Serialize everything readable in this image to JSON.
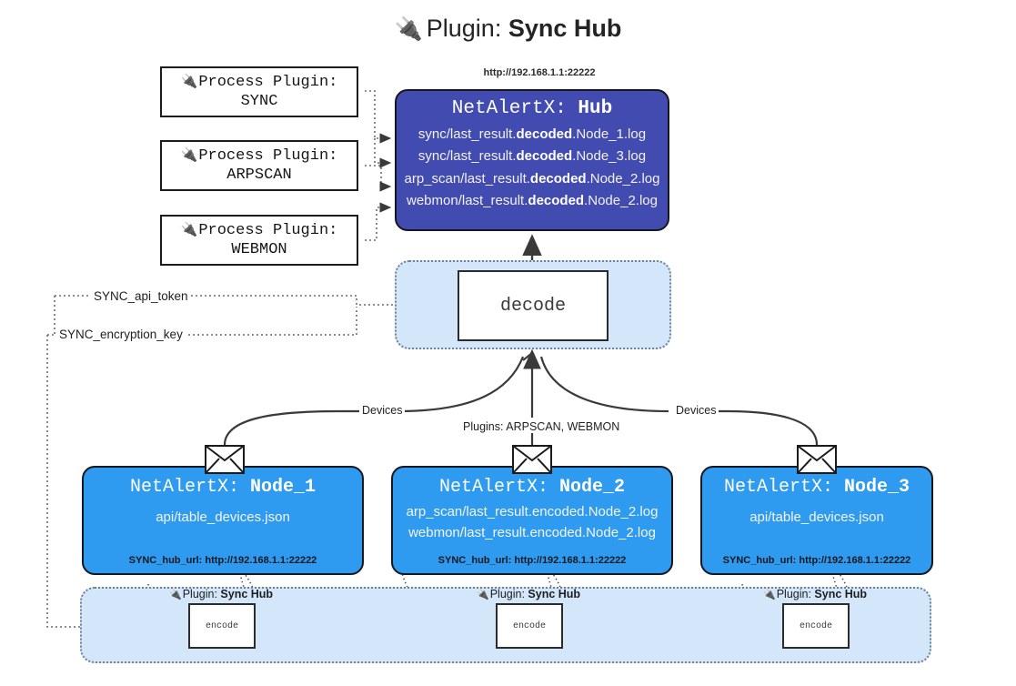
{
  "title": {
    "icon": "plug-icon",
    "prefix": "Plugin: ",
    "name": "Sync Hub"
  },
  "process_plugins": [
    {
      "icon": "plug-icon",
      "line1": "Process Plugin:",
      "line2": "SYNC"
    },
    {
      "icon": "plug-icon",
      "line1": "Process Plugin:",
      "line2": "ARPSCAN"
    },
    {
      "icon": "plug-icon",
      "line1": "Process Plugin:",
      "line2": "WEBMON"
    }
  ],
  "hub": {
    "url": "http://192.168.1.1:22222",
    "title_prefix": "NetAlertX: ",
    "title_name": "Hub",
    "lines": [
      {
        "pre": "sync/last_result.",
        "em": "decoded",
        "post": ".Node_1.log"
      },
      {
        "pre": "sync/last_result.",
        "em": "decoded",
        "post": ".Node_3.log"
      },
      {
        "pre": "arp_scan/last_result.",
        "em": "decoded",
        "post": ".Node_2.log"
      },
      {
        "pre": "webmon/last_result.",
        "em": "decoded",
        "post": ".Node_2.log"
      }
    ]
  },
  "decode": {
    "label": "decode"
  },
  "secrets": {
    "api_token": "SYNC_api_token",
    "encryption_key": "SYNC_encryption_key"
  },
  "edges": {
    "devices_left": "Devices",
    "devices_right": "Devices",
    "plugins_center": "Plugins: ARPSCAN, WEBMON"
  },
  "nodes": [
    {
      "icon": "envelope-icon",
      "title_prefix": "NetAlertX: ",
      "title_name": "Node_1",
      "lines": [
        "api/table_devices.json"
      ],
      "footer": "SYNC_hub_url: http://192.168.1.1:22222"
    },
    {
      "icon": "envelope-icon",
      "title_prefix": "NetAlertX: ",
      "title_name": "Node_2",
      "lines": [
        "arp_scan/last_result.encoded.Node_2.log",
        "webmon/last_result.encoded.Node_2.log"
      ],
      "footer": "SYNC_hub_url: http://192.168.1.1:22222"
    },
    {
      "icon": "envelope-icon",
      "title_prefix": "NetAlertX: ",
      "title_name": "Node_3",
      "lines": [
        "api/table_devices.json"
      ],
      "footer": "SYNC_hub_url: http://192.168.1.1:22222"
    }
  ],
  "encoders": [
    {
      "icon": "plug-icon",
      "label_prefix": "Plugin: ",
      "label_name": "Sync Hub",
      "box": "encode"
    },
    {
      "icon": "plug-icon",
      "label_prefix": "Plugin: ",
      "label_name": "Sync Hub",
      "box": "encode"
    },
    {
      "icon": "plug-icon",
      "label_prefix": "Plugin: ",
      "label_name": "Sync Hub",
      "box": "encode"
    }
  ],
  "colors": {
    "hub": "#424CB0",
    "node": "#2E9BF0",
    "band": "#d4e7fa",
    "band_border": "#6f8294",
    "stroke": "#17171f"
  }
}
